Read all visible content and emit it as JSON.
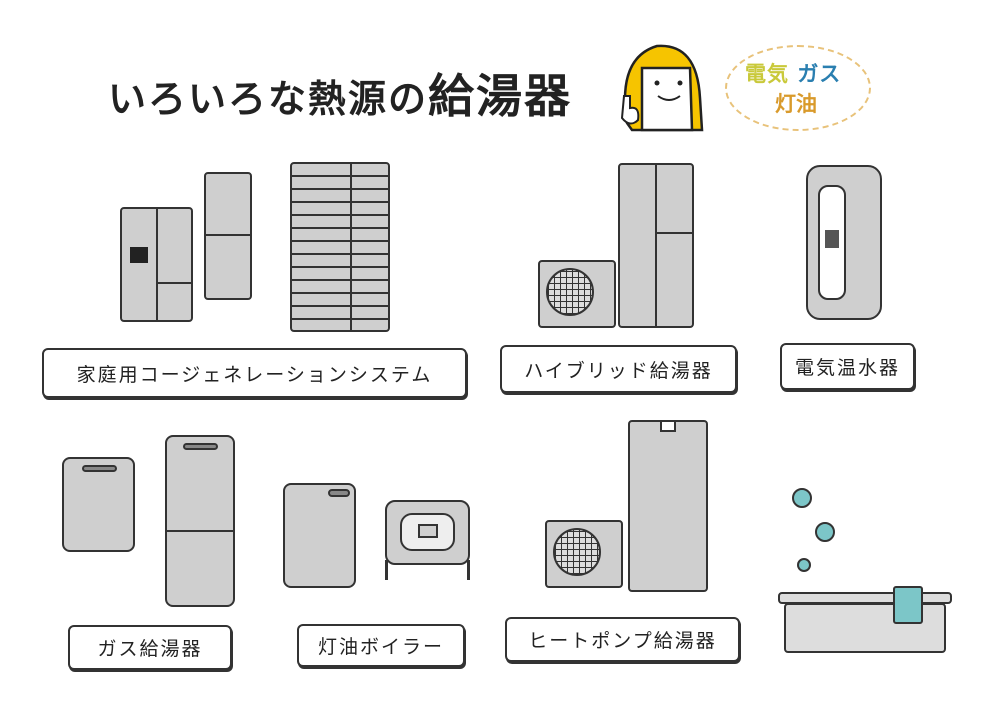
{
  "title": {
    "prefix": "いろいろな熱源の",
    "main": "給湯器"
  },
  "energy_bubble": {
    "line1a": "電気",
    "line1b": "ガス",
    "line2": "灯油",
    "colors": {
      "electric": "#c9c93a",
      "gas": "#2a7fb0",
      "kerosene": "#d99a2b"
    }
  },
  "labels": {
    "cogeneration": "家庭用コージェネレーションシステム",
    "hybrid": "ハイブリッド給湯器",
    "electric": "電気温水器",
    "gas": "ガス給湯器",
    "kerosene": "灯油ボイラー",
    "heatpump": "ヒートポンプ給湯器"
  }
}
